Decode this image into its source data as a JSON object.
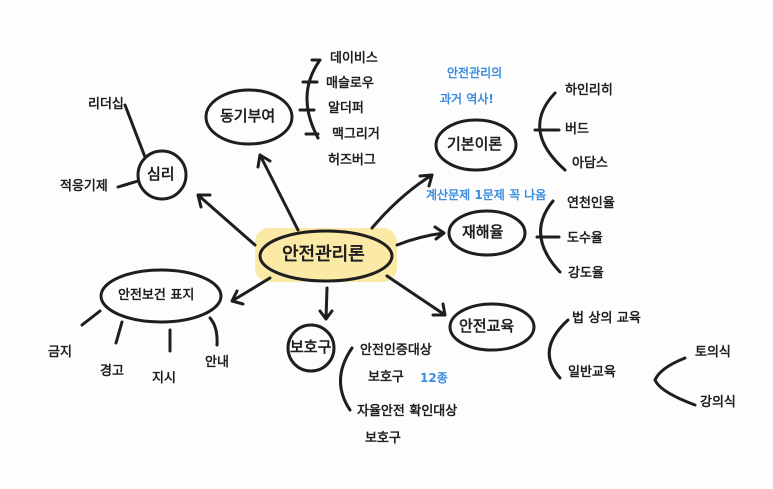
{
  "center": "안전관리론",
  "motivation": {
    "label": "동기부여",
    "items": [
      "데이비스",
      "매슬로우",
      "알더퍼",
      "맥그리거",
      "허즈버그"
    ]
  },
  "psychology": {
    "label": "심리",
    "items": [
      "리더십",
      "적응기제"
    ]
  },
  "basic_theory": {
    "label": "기본이론",
    "note": [
      "안전관리의",
      "과거 역사!"
    ],
    "items": [
      "하인리히",
      "버드",
      "아담스"
    ]
  },
  "accident_rate": {
    "label": "재해율",
    "note": "계산문제 1문제 꼭 나옴",
    "items": [
      "연천인율",
      "도수율",
      "강도율"
    ]
  },
  "safety_education": {
    "label": "안전교육",
    "items": [
      "법 상의 교육",
      "일반교육"
    ],
    "general_items": [
      "토의식",
      "강의식"
    ]
  },
  "protective_gear": {
    "label": "보호구",
    "items": [
      "안전인증대상",
      "보호구",
      "자율안전 확인대상",
      "보호구"
    ],
    "note": "12종"
  },
  "safety_signs": {
    "label": "안전보건 표지",
    "items": [
      "금지",
      "경고",
      "지시",
      "안내"
    ]
  },
  "colors": {
    "highlight": "#fbe9a6",
    "note": "#3b8de0",
    "ink": "#1e1e1e"
  }
}
